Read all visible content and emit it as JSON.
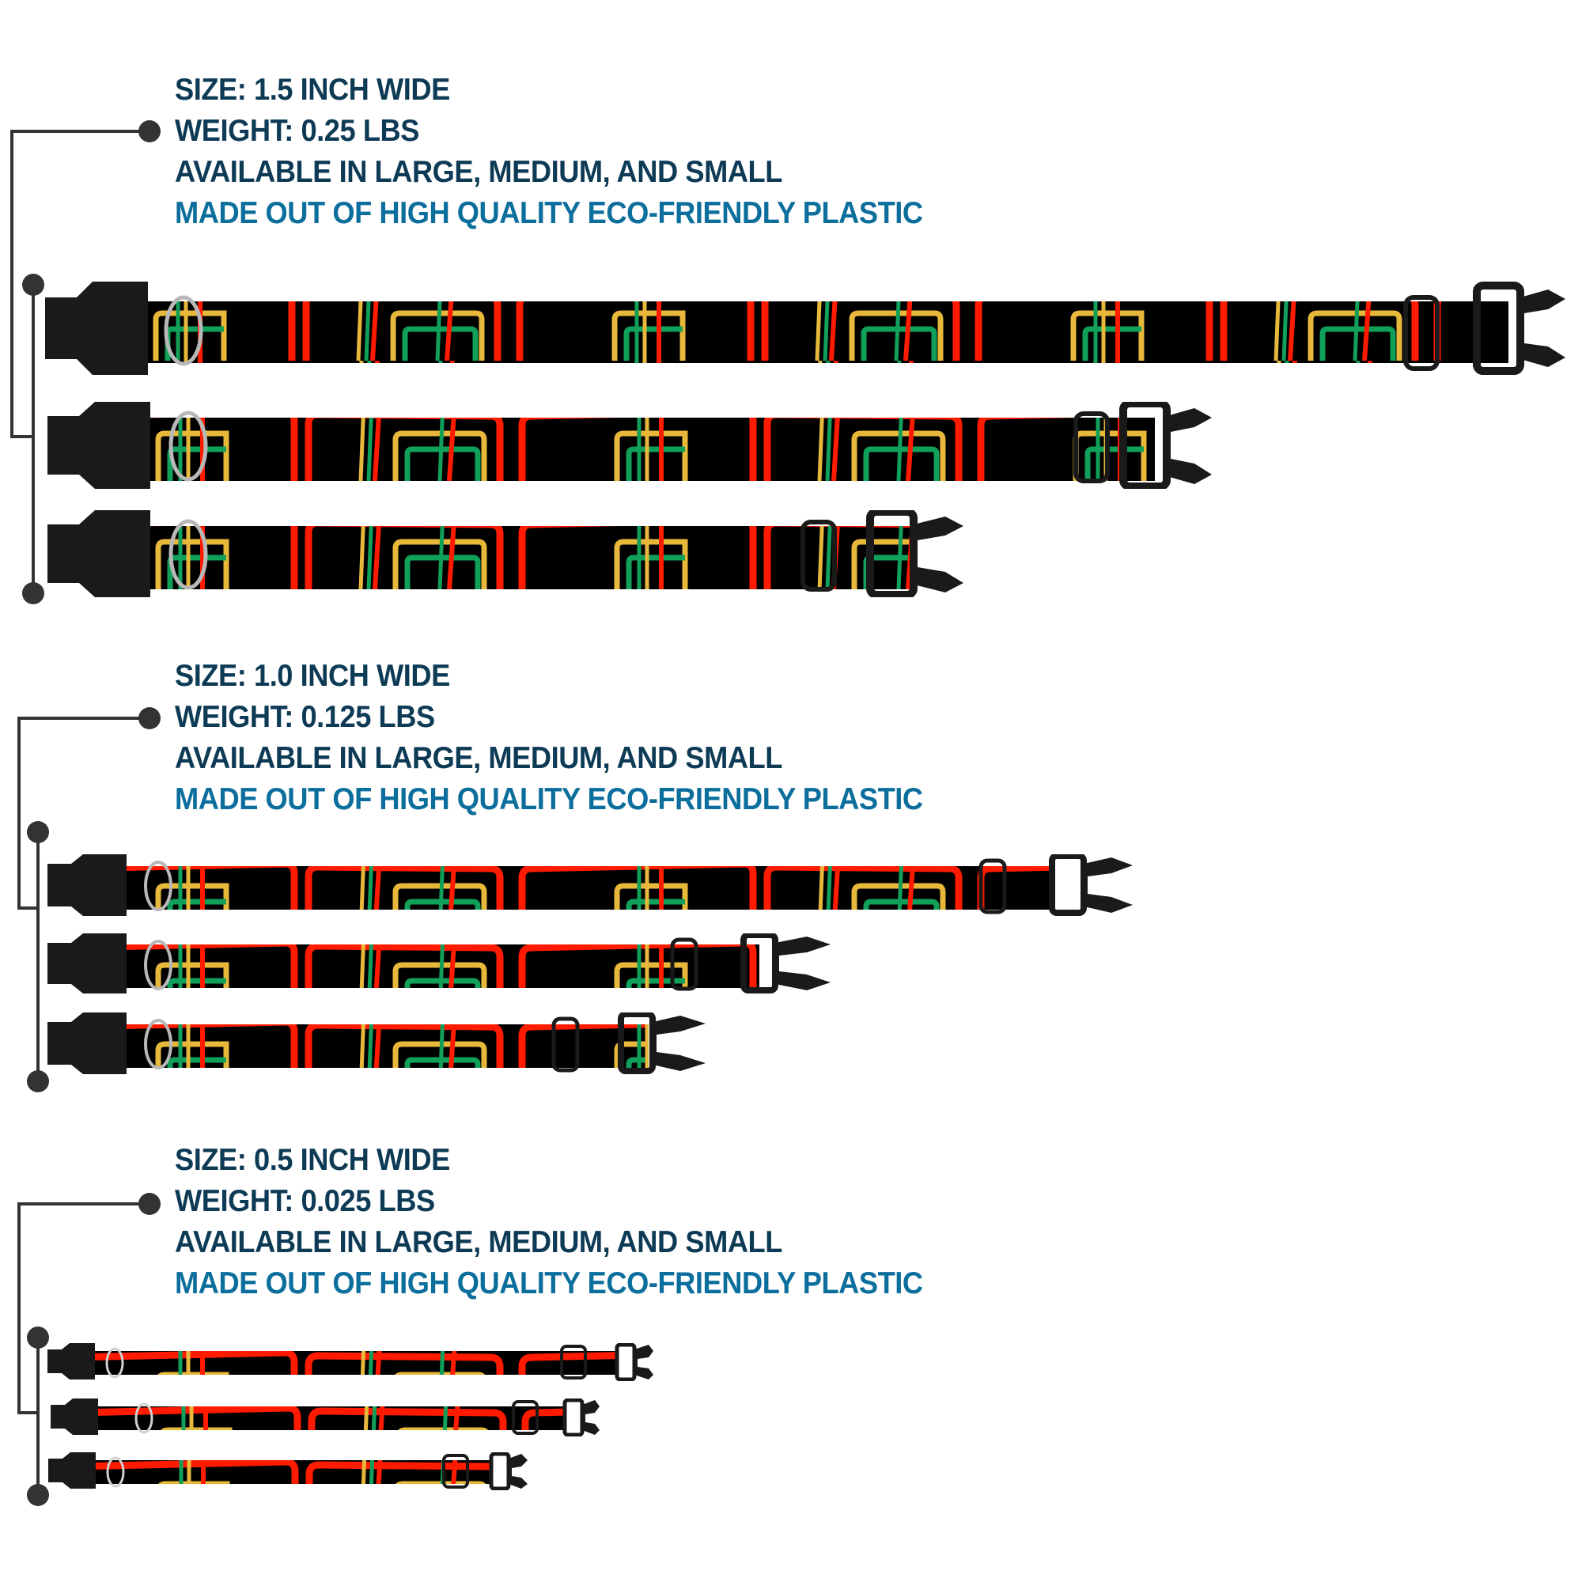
{
  "groups": [
    {
      "size": "SIZE: 1.5 INCH WIDE",
      "weight": "WEIGHT: 0.25 LBS",
      "availability": "AVAILABLE IN LARGE, MEDIUM, AND SMALL",
      "material": "MADE OUT OF HIGH QUALITY ECO-FRIENDLY PLASTIC",
      "collars": [
        "large",
        "medium",
        "small"
      ]
    },
    {
      "size": "SIZE: 1.0 INCH WIDE",
      "weight": "WEIGHT: 0.125 LBS",
      "availability": "AVAILABLE IN LARGE, MEDIUM, AND SMALL",
      "material": "MADE OUT OF HIGH QUALITY ECO-FRIENDLY PLASTIC",
      "collars": [
        "large",
        "medium",
        "small"
      ]
    },
    {
      "size": "SIZE: 0.5 INCH WIDE",
      "weight": "WEIGHT: 0.025 LBS",
      "availability": "AVAILABLE IN LARGE, MEDIUM, AND SMALL",
      "material": "MADE OUT OF HIGH QUALITY ECO-FRIENDLY PLASTIC",
      "collars": [
        "large",
        "medium",
        "small"
      ]
    }
  ],
  "colors": {
    "heading_text": "#0d3a55",
    "accent_text": "#0b6e9c",
    "bracket": "#333333",
    "strap": "#000000",
    "stripe_red": "#ff1a00",
    "stripe_yellow": "#e8b83a",
    "stripe_green": "#10a05a",
    "buckle": "#1a1a1a",
    "d_ring": "#b8b8b8"
  }
}
